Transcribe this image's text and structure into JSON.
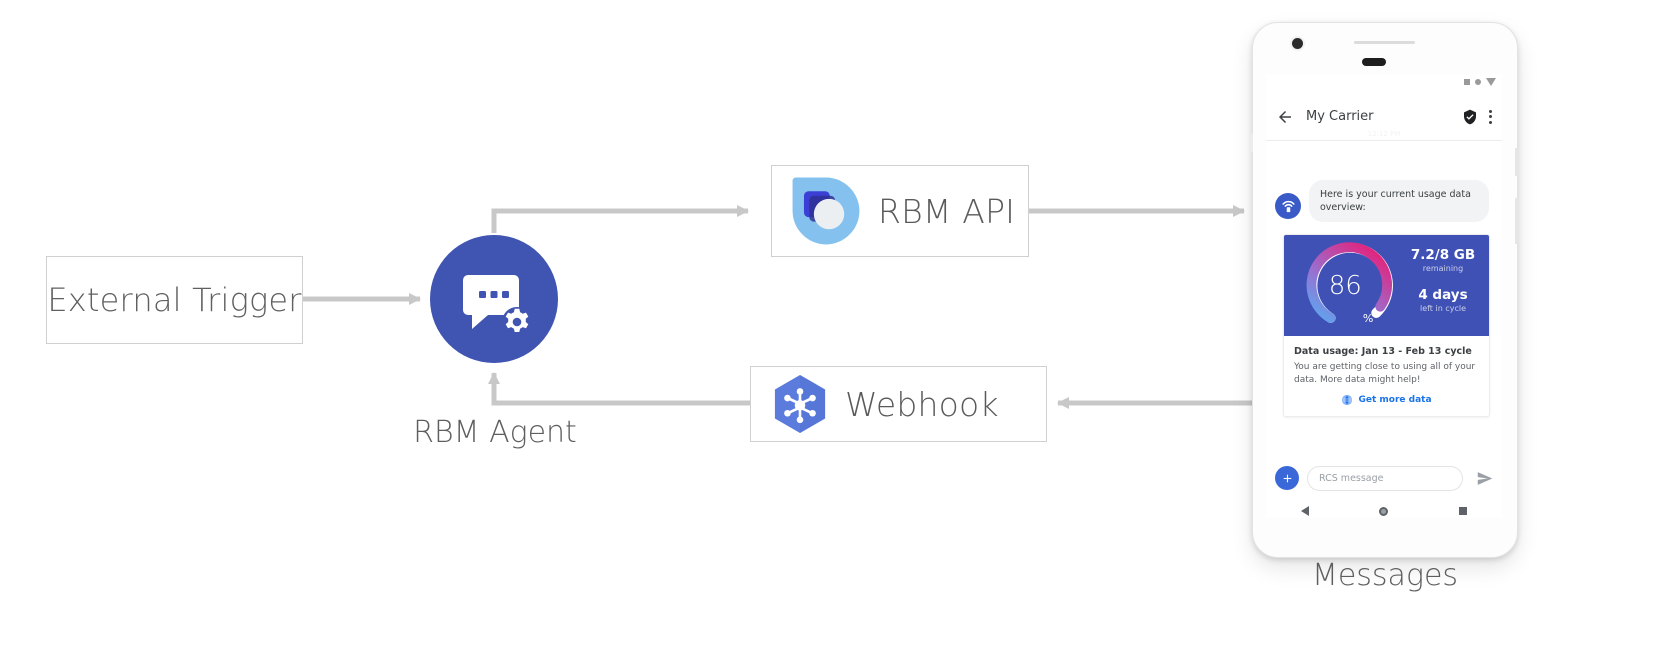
{
  "diagram": {
    "external_trigger": {
      "label": "External Trigger"
    },
    "agent": {
      "label": "RBM Agent",
      "icon": "chat-gear-icon",
      "color": "#4054b2"
    },
    "rbm_api": {
      "label": "RBM API",
      "icon": "rbm-api-logo"
    },
    "webhook": {
      "label": "Webhook",
      "icon": "webhook-hexagon-icon",
      "color": "#5b7bdd"
    },
    "phone_caption": "Messages",
    "connector_color": "#c8c8c8"
  },
  "phone": {
    "statusbar": {
      "icons": [
        "signal-square-icon",
        "wifi-dot-icon",
        "battery-triangle-icon"
      ]
    },
    "appbar": {
      "back": "back-arrow-icon",
      "title": "My Carrier",
      "verified": "verified-shield-icon",
      "overflow": "overflow-menu-icon"
    },
    "timestamp": "12:12 PM",
    "message": {
      "avatar": "carrier-avatar-icon",
      "text": "Here is your current usage data overview:"
    },
    "card": {
      "gauge": {
        "percent": "86",
        "percent_symbol": "%",
        "value": 86
      },
      "data_remaining": {
        "value": "7.2/8 GB",
        "sub": "remaining"
      },
      "cycle_left": {
        "value": "4 days",
        "sub": "left in cycle"
      },
      "title": "Data usage: Jan 13 - Feb 13 cycle",
      "description": "You are getting close to using all of your data. More data might help!",
      "action": {
        "icon": "globe-icon",
        "label": "Get more data",
        "color": "#1a73e8"
      }
    },
    "composer": {
      "plus": "plus-icon",
      "placeholder": "RCS message",
      "value": "",
      "send": "send-icon"
    },
    "navbar": {
      "back": "nav-back-icon",
      "home": "nav-home-icon",
      "recents": "nav-recents-icon"
    }
  }
}
